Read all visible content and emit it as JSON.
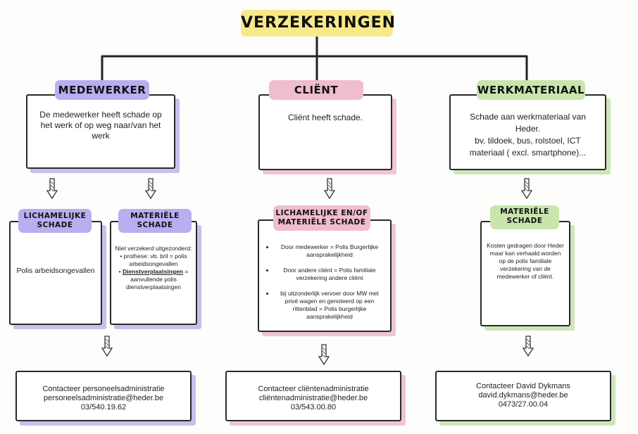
{
  "title": "VERZEKERINGEN",
  "columns": [
    {
      "heading": "MEDEWERKER",
      "description": "De medewerker heeft schade op het werk of op weg naar/van het werk"
    },
    {
      "heading": "CLIËNT",
      "description": "Cliënt heeft schade."
    },
    {
      "heading": "WERKMATERIAAL",
      "description_line1": "Schade aan werkmateriaal van Heder.",
      "description_line2": "bv. tildoek, bus, rolstoel, ICT materiaal ( excl. smartphone)..."
    }
  ],
  "sub": {
    "lich": {
      "heading": "LICHAMELIJKE SCHADE",
      "text": "Polis arbeidsongevallen"
    },
    "mat": {
      "heading": "MATERIËLE SCHADE",
      "intro": "Niet verzekerd uitgezonderd:",
      "item1": "prothese: vb. bril = polis arbeidsongevallen",
      "item2_bold": "Dienstverplaatsingen",
      "item2_rest": " = aanvullende polis dienstverplaatsingen"
    },
    "client": {
      "heading": "LICHAMELIJKE EN/OF MATERIËLE SCHADE",
      "items": [
        "Door medewerker = Polis Burgerlijke aansprakelijkheid",
        "Door andere cliënt = Polis familiale verzekering andere cliënt",
        "bij uitzonderlijk vervoer door MW met privé wagen en genoteerd op een rittenblad = Polis burgerlijke aansprakelijkheid"
      ]
    },
    "werk": {
      "heading": "MATERIËLE SCHADE",
      "text": "Kosten gedragen door Heder maar kan verhaald worden op de polis familiale verzekering van de medewerker of cliënt."
    }
  },
  "contacts": [
    {
      "line1": "Contacteer personeelsadministratie",
      "line2": "personeelsadministratie@heder.be",
      "line3": "03/540.19.62"
    },
    {
      "line1": "Contacteer cliëntenadministratie",
      "line2": "cliëntenadministratie@heder.be",
      "line3": "03/543.00.80"
    },
    {
      "line1": "Contacteer David Dykmans",
      "line2": "david.dykmans@heder.be",
      "line3": "0473/27.00.04"
    }
  ],
  "colors": {
    "yellow": "#f7e98a",
    "purple": "#b9aef0",
    "pink": "#f0bcd0",
    "green": "#c9e5ad"
  }
}
